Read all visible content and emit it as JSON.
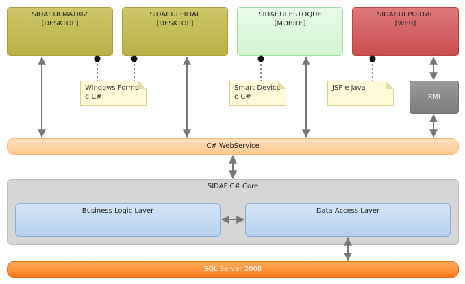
{
  "clients": {
    "matriz": {
      "name": "SIDAF.UI.MATRIZ",
      "platform": "[DESKTOP]"
    },
    "filial": {
      "name": "SIDAF.UI.FILIAL",
      "platform": "[DESKTOP]"
    },
    "estoque": {
      "name": "SIDAF.UI.ESTOQUE",
      "platform": "[MOBILE]"
    },
    "portal": {
      "name": "SIDAF.UI.PORTAL",
      "platform": "[WEB]"
    }
  },
  "notes": {
    "desktop": {
      "line1": "Windows Forms",
      "line2": "e C#"
    },
    "mobile": {
      "line1": "Smart Device",
      "line2": "e C#"
    },
    "web": {
      "line1": "JSF e Java"
    }
  },
  "rmi": "RMI",
  "webservice": "C# WebService",
  "core": {
    "title": "SIDAF C# Core",
    "business_layer": "Business Logic Layer",
    "data_layer": "Data Access Layer"
  },
  "database": "SQL Server 2008",
  "colors": {
    "desktop": "#c2ba52",
    "mobile": "#dcf8da",
    "web": "#d25d5d",
    "rmi": "#8a8a8a",
    "webservice": "#ffd2a6",
    "core": "#d6d6d6",
    "layer": "#c3dbf2",
    "database": "#ff8c2e"
  }
}
